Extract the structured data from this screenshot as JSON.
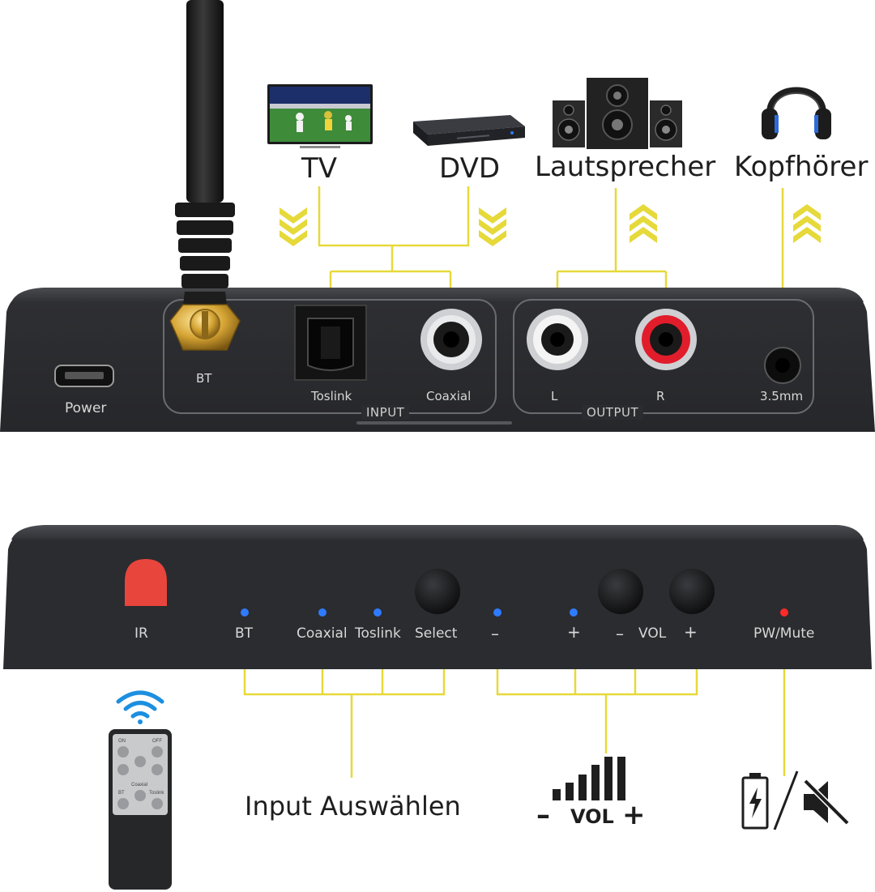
{
  "top_labels": {
    "tv": "TV",
    "dvd": "DVD",
    "speaker": "Lautsprecher",
    "headphones": "Kopfhörer"
  },
  "rear_panel": {
    "power": "Power",
    "bt": "BT",
    "toslink": "Toslink",
    "coaxial": "Coaxial",
    "input_group": "INPUT",
    "left": "L",
    "right": "R",
    "jack": "3.5mm",
    "output_group": "OUTPUT"
  },
  "front_panel": {
    "ir": "IR",
    "bt": "BT",
    "coaxial": "Coaxial",
    "toslink": "Toslink",
    "select": "Select",
    "minus": "–",
    "plus": "+",
    "vol_minus": "–",
    "vol": "VOL",
    "vol_plus": "+",
    "pw_mute": "PW/Mute"
  },
  "remote": {
    "on": "ON",
    "off": "OFF",
    "bt": "BT",
    "coaxial": "Coaxial",
    "toslink": "Toslink"
  },
  "bottom_labels": {
    "input_select": "Input Auswählen",
    "vol_minus": "–",
    "vol": "VOL",
    "vol_plus": "+"
  },
  "colors": {
    "accent_yellow": "#e6d93a",
    "device_body": "#2b2c2f",
    "led_blue": "#2f7bff",
    "led_red": "#ff2a2a",
    "wifi_blue": "#1d8fe0",
    "ir_window": "#e8453c"
  }
}
